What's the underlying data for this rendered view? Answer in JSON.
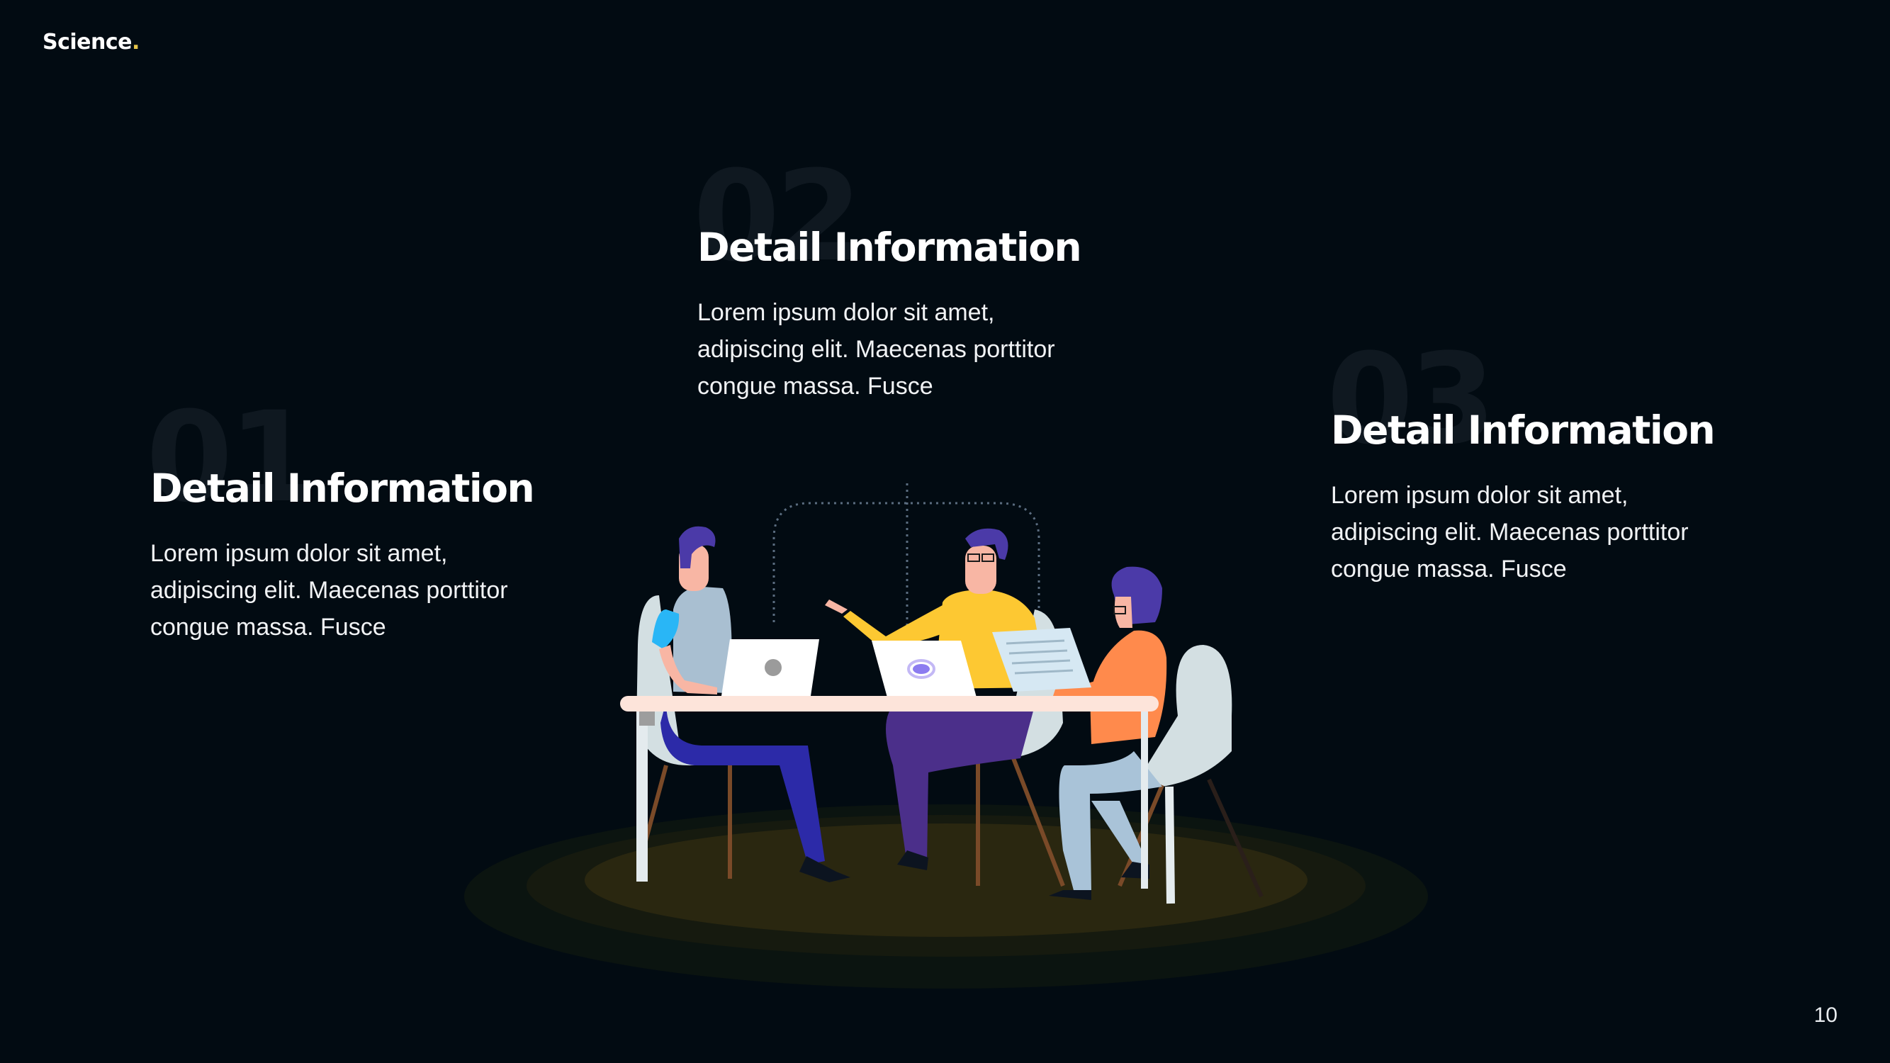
{
  "brand": {
    "name": "Science",
    "dot": "."
  },
  "blocks": [
    {
      "number": "01",
      "title": "Detail Information",
      "body": "Lorem ipsum dolor sit amet, adipiscing elit. Maecenas porttitor congue massa. Fusce"
    },
    {
      "number": "02",
      "title": "Detail Information",
      "body": "Lorem ipsum dolor sit amet, adipiscing elit. Maecenas porttitor congue massa. Fusce"
    },
    {
      "number": "03",
      "title": "Detail Information",
      "body": "Lorem ipsum dolor sit amet, adipiscing elit. Maecenas porttitor congue massa. Fusce"
    }
  ],
  "page_number": "10",
  "colors": {
    "background": "#020b12",
    "accent": "#e7c64a",
    "faded_number": "#0f1820"
  },
  "illustration": {
    "icon": "team-meeting-illustration"
  }
}
